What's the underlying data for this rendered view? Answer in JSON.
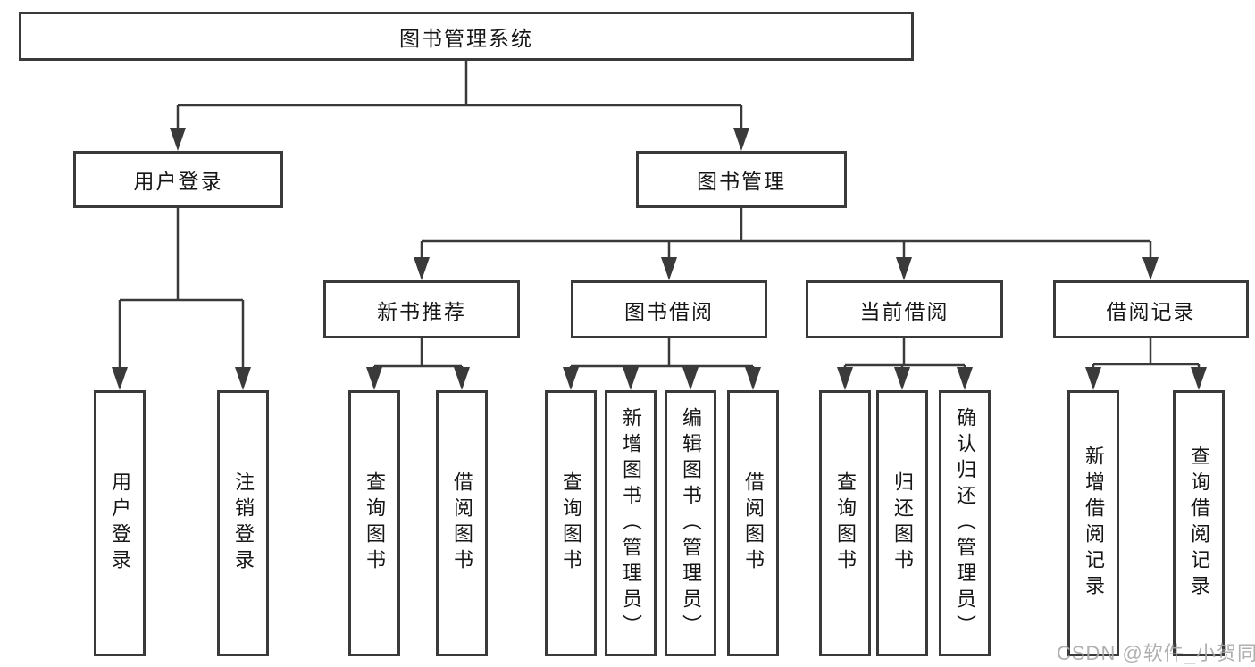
{
  "tree": {
    "root": {
      "label": "图书管理系统"
    },
    "branches": [
      {
        "label": "用户登录",
        "leaves": [
          {
            "label": "用户登录"
          },
          {
            "label": "注销登录"
          }
        ]
      },
      {
        "label": "图书管理",
        "groups": [
          {
            "label": "新书推荐",
            "leaves": [
              {
                "label": "查询图书"
              },
              {
                "label": "借阅图书"
              }
            ]
          },
          {
            "label": "图书借阅",
            "leaves": [
              {
                "label": "查询图书"
              },
              {
                "label": "新增图书（管理员）"
              },
              {
                "label": "编辑图书（管理员）"
              },
              {
                "label": "借阅图书"
              }
            ]
          },
          {
            "label": "当前借阅",
            "leaves": [
              {
                "label": "查询图书"
              },
              {
                "label": "归还图书"
              },
              {
                "label": "确认归还（管理员）"
              }
            ]
          },
          {
            "label": "借阅记录",
            "leaves": [
              {
                "label": "新增借阅记录"
              },
              {
                "label": "查询借阅记录"
              }
            ]
          }
        ]
      }
    ]
  },
  "watermark": {
    "text": "CSDN @软件_小贺同学"
  },
  "colors": {
    "line": "#3a3a3a",
    "box_border": "#3a3a3a",
    "text": "#161616",
    "watermark": "#a8a8a8",
    "background": "#ffffff"
  }
}
